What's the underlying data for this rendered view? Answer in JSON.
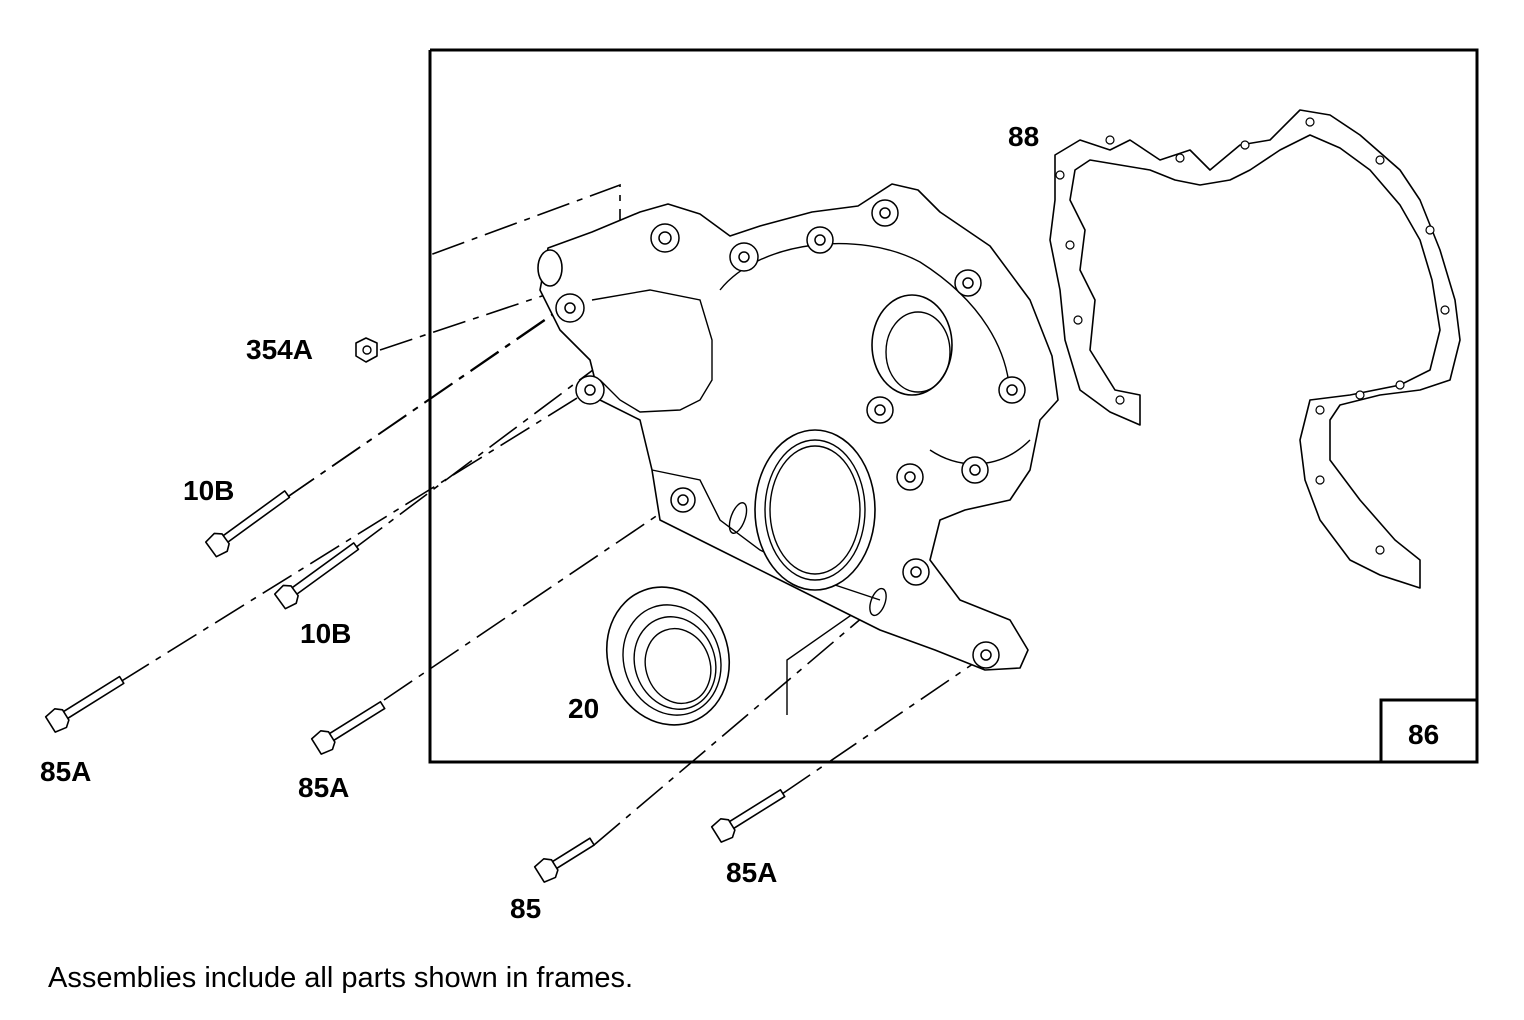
{
  "labels": {
    "p354a": "354A",
    "p10b_1": "10B",
    "p10b_2": "10B",
    "p85a_1": "85A",
    "p85a_2": "85A",
    "p85a_3": "85A",
    "p85": "85",
    "p20": "20",
    "p88": "88",
    "p86": "86"
  },
  "footnote": "Assemblies include all parts shown in frames.",
  "colors": {
    "ink": "#000000",
    "paper": "#ffffff"
  }
}
